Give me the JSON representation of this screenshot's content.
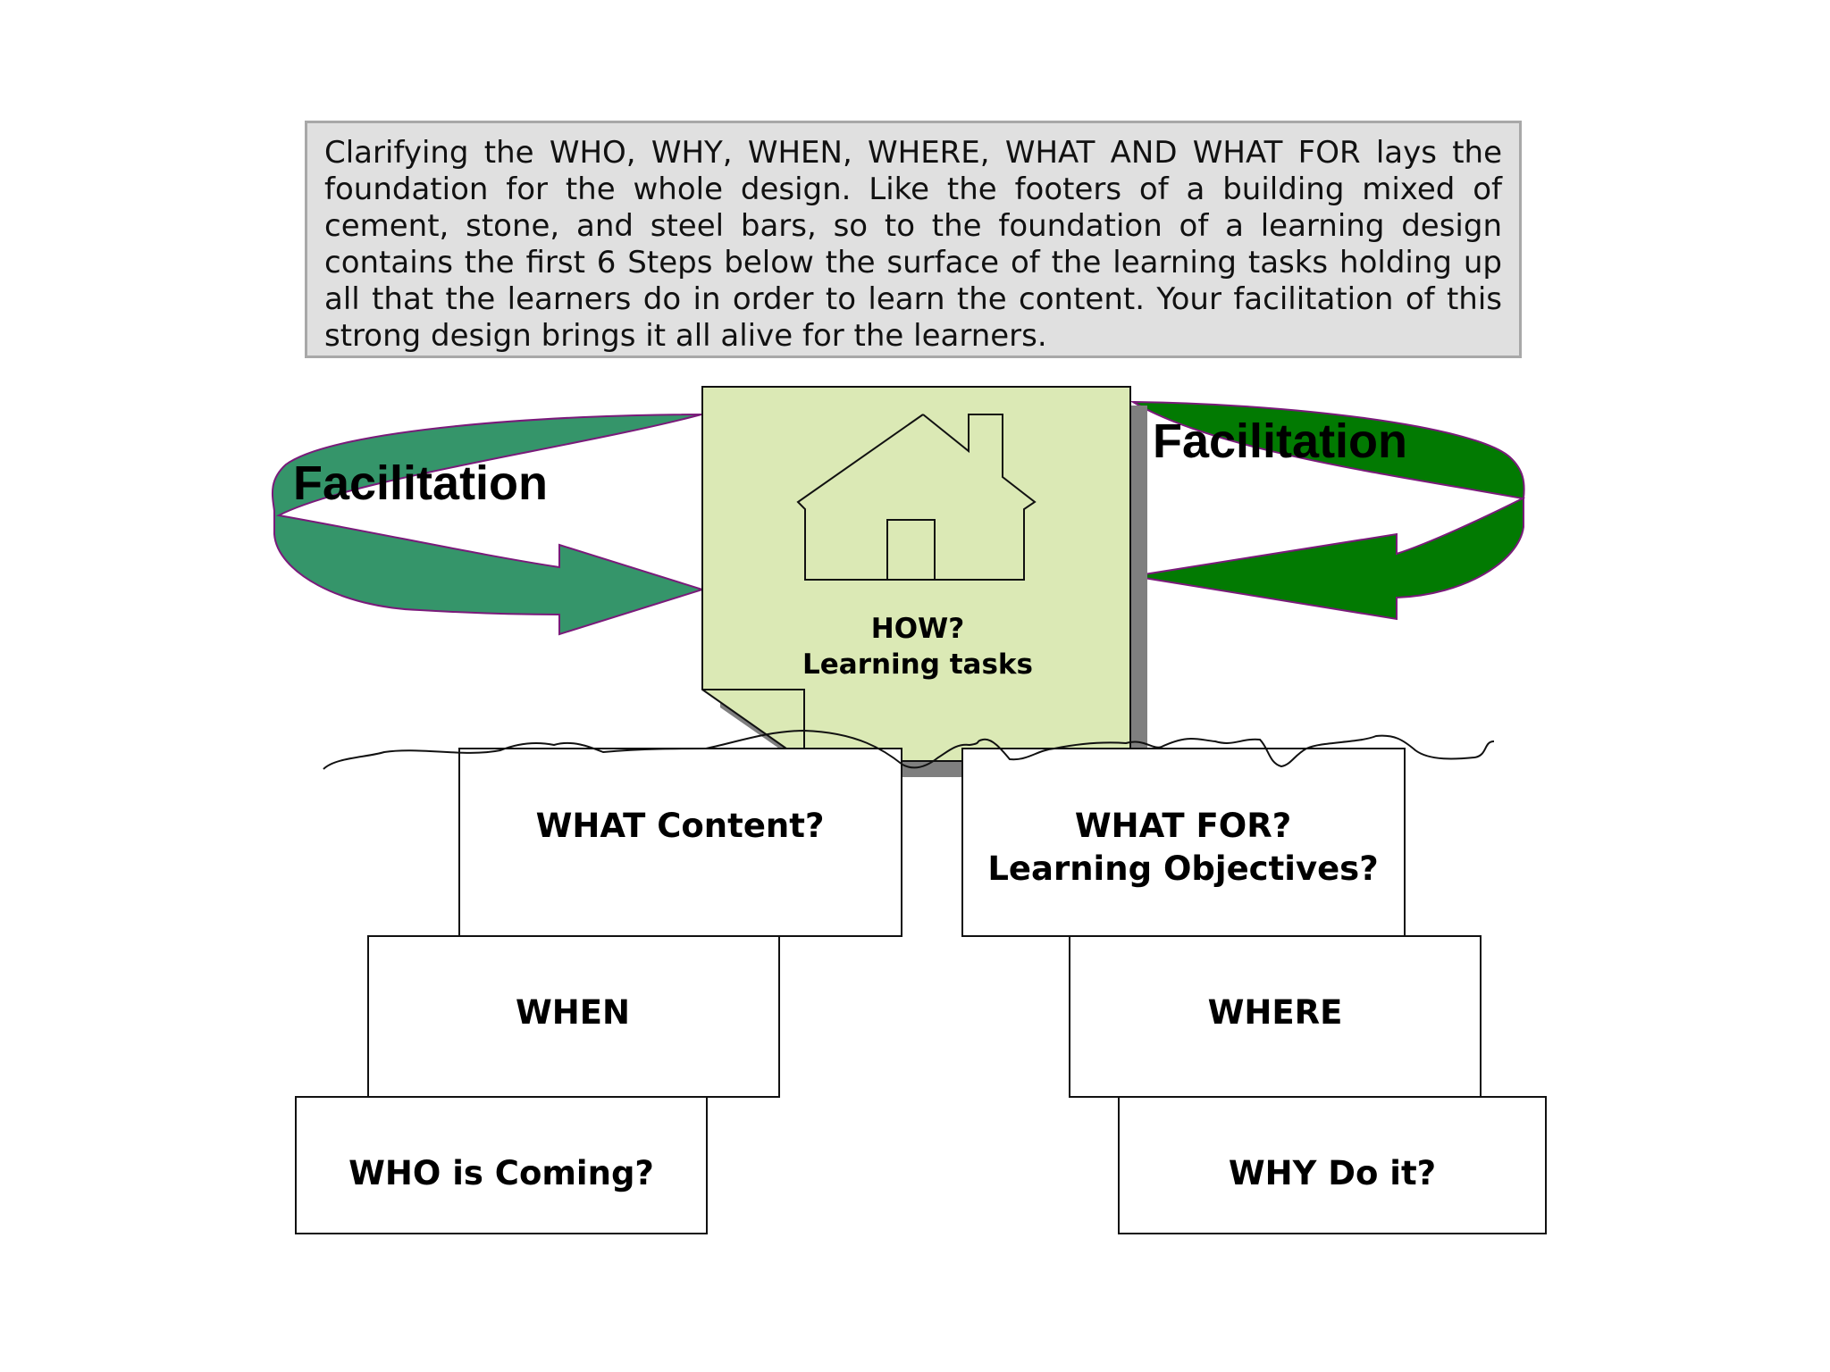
{
  "intro_text": "Clarifying the WHO, WHY, WHEN, WHERE, WHAT AND WHAT FOR lays the foundation for the whole design. Like the footers of a building mixed of cement, stone, and steel bars, so to the foundation of a learning design contains the first 6 Steps below the surface of the learning tasks holding up all that the learners do in order to learn the content.  Your facilitation of this strong design brings it all alive for the learners.",
  "facilitation": {
    "left_label": "Facilitation",
    "right_label": "Facilitation"
  },
  "center_note": {
    "icon": "house-icon",
    "line1": "HOW?",
    "line2": "Learning tasks"
  },
  "blocks": {
    "what_content": "WHAT Content?",
    "what_for_line1": "WHAT FOR?",
    "what_for_line2": "Learning Objectives?",
    "when": "WHEN",
    "where": "WHERE",
    "who": "WHO is Coming?",
    "why": "WHY Do it?"
  },
  "colors": {
    "left_arrow": "#35956a",
    "right_arrow": "#027a02",
    "arrow_outline": "#7a1a7a",
    "note_fill": "#dbe9b5",
    "note_shadow": "#7f7f7f",
    "intro_fill": "#e0e0e0"
  }
}
